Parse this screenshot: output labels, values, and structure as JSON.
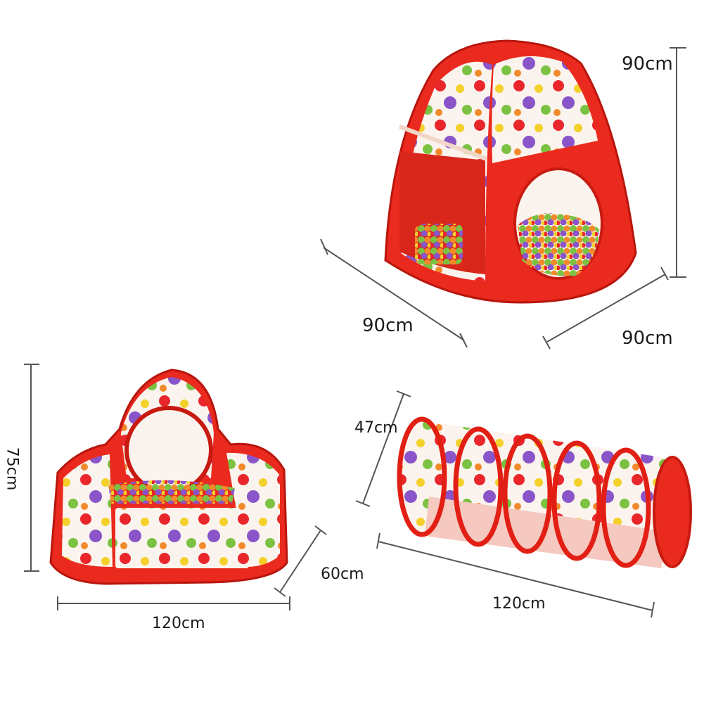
{
  "dimensions": {
    "tent_height": "90cm",
    "tent_depth": "90cm",
    "tent_width": "90cm",
    "pit_height": "75cm",
    "pit_width": "120cm",
    "pit_depth": "60cm",
    "tunnel_height": "47cm",
    "tunnel_length": "120cm"
  },
  "colors": {
    "fabric_red": "#ea2a1e",
    "dark_red": "#c81a10",
    "mesh_white": "#fbf4ee",
    "dot_colors": [
      "#e9262c",
      "#f4d12a",
      "#8a55c8",
      "#7cc242",
      "#f28a2c",
      "#d63a8e"
    ]
  }
}
